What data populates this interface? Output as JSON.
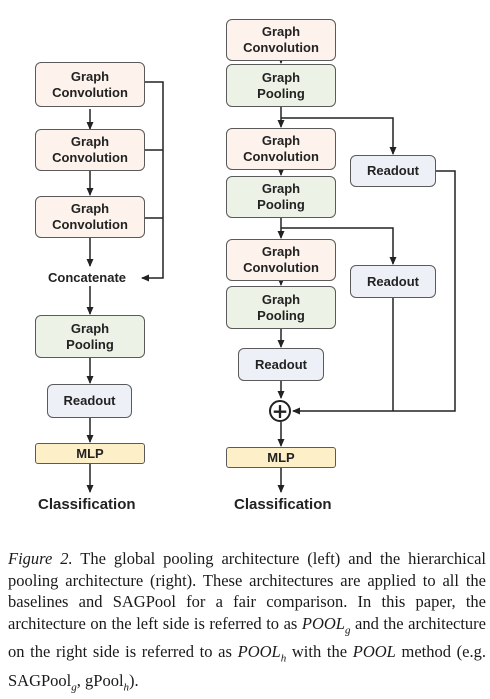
{
  "diagram": {
    "left": {
      "box1": "Graph\nConvolution",
      "box2": "Graph\nConvolution",
      "box3": "Graph\nConvolution",
      "concatenate": "Concatenate",
      "pooling": "Graph\nPooling",
      "readout": "Readout",
      "mlp": "MLP",
      "classification": "Classification"
    },
    "right": {
      "conv1": "Graph\nConvolution",
      "pool1": "Graph\nPooling",
      "conv2": "Graph\nConvolution",
      "pool2": "Graph\nPooling",
      "conv3": "Graph\nConvolution",
      "pool3": "Graph\nPooling",
      "readout_side1": "Readout",
      "readout_side2": "Readout",
      "readout_main": "Readout",
      "sum_symbol": "+",
      "mlp": "MLP",
      "classification": "Classification"
    },
    "colors": {
      "convolution_fill": "#fdf2ec",
      "pooling_fill": "#ecf3e6",
      "readout_fill": "#eef0f8",
      "mlp_fill": "#fdefc8"
    }
  },
  "caption": {
    "label": "Figure 2.",
    "line1": " The global pooling architecture (left) and the hierarchical pooling architecture (right). These architectures are applied to all the baselines and SAGPool for a fair comparison. In this paper, the architecture on the left side is referred to as ",
    "pool_g": "POOL",
    "g_sub": "g",
    "line2": " and the architecture on the right side is referred to as ",
    "pool_h": "POOL",
    "h_sub": "h",
    "line3": " with the ",
    "pool_method": "POOL",
    "line4": " method (e.g. SAGPool",
    "sag_sub": "g",
    "line5": ", gPool",
    "gpool_sub": "h",
    "line6": ")."
  }
}
